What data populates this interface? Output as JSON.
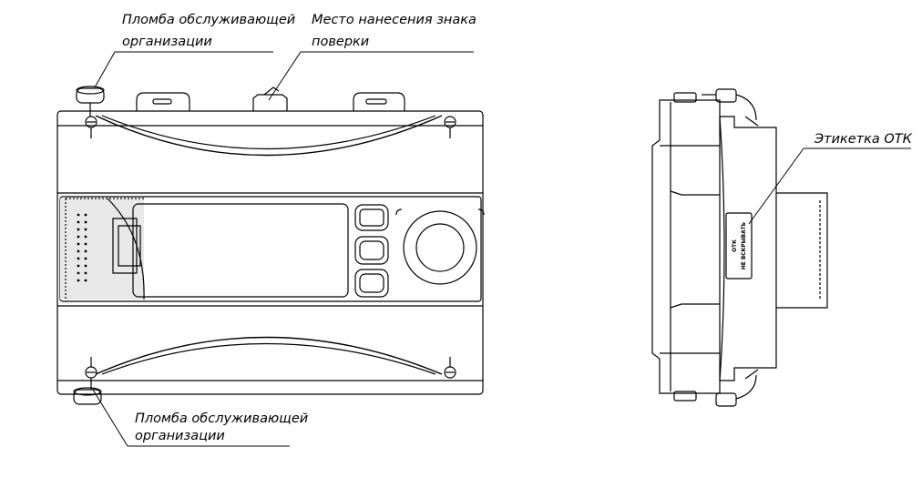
{
  "callouts": {
    "seal_top": {
      "line1": "Пломба обслуживающей",
      "line2": "организации"
    },
    "verification_mark": {
      "line1": "Место нанесения знака",
      "line2": "поверки"
    },
    "seal_bottom": {
      "line1": "Пломба обслуживающей",
      "line2": "организации"
    },
    "otk_label": {
      "line1": "Этикетка ОТК"
    }
  },
  "sticker": {
    "line1": "ОТК",
    "line2": "НЕ ВСКРЫВАТЬ"
  },
  "colors": {
    "stroke": "#000000",
    "background": "#ffffff",
    "shade": "#d9d9d9"
  }
}
